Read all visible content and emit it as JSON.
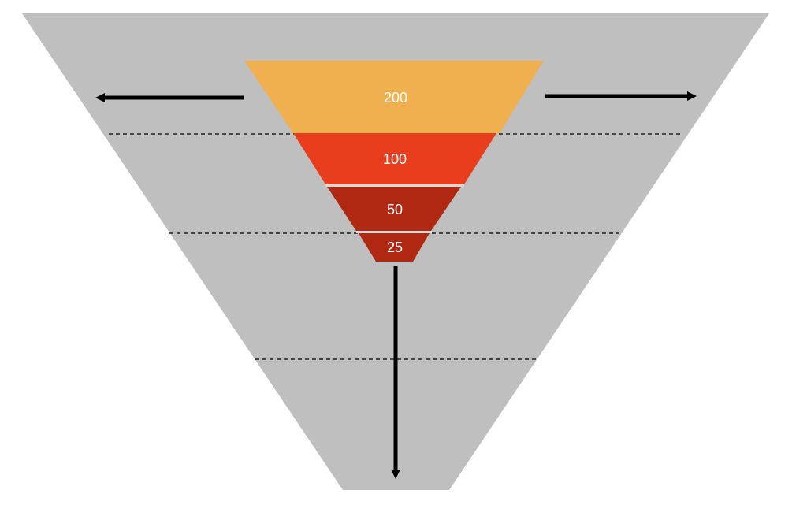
{
  "colors": {
    "background": "#ffffff",
    "outer_triangle": "#bfbfbf",
    "arrow": "#000000",
    "dashed_line": "#000000",
    "separator": "#d9d9d9",
    "label_text": "#ffffff"
  },
  "funnel": {
    "stages": [
      {
        "label": "200",
        "color": "#f0b050"
      },
      {
        "label": "100",
        "color": "#e83e1e"
      },
      {
        "label": "50",
        "color": "#b02812"
      },
      {
        "label": "25",
        "color": "#b02812"
      }
    ]
  },
  "arrows": [
    "left",
    "right",
    "down"
  ],
  "dashed_lines": 3
}
